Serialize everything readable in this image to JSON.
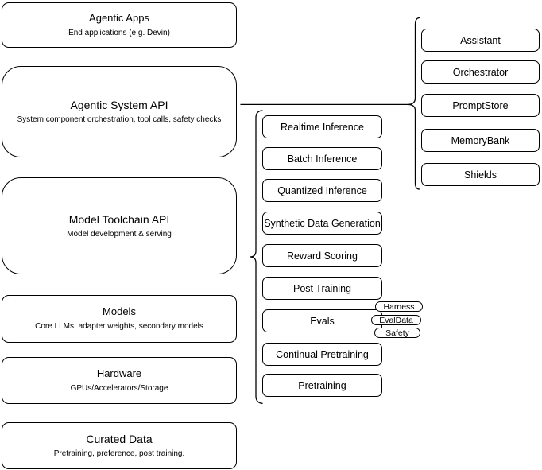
{
  "diagram": {
    "stack": [
      {
        "title": "Agentic Apps",
        "subtitle": "End applications (e.g. Devin)"
      },
      {
        "title": "Agentic System API",
        "subtitle": "System component orchestration, tool calls, safety checks"
      },
      {
        "title": "Model Toolchain API",
        "subtitle": "Model development & serving"
      },
      {
        "title": "Models",
        "subtitle": "Core LLMs, adapter weights, secondary models"
      },
      {
        "title": "Hardware",
        "subtitle": "GPUs/Accelerators/Storage"
      },
      {
        "title": "Curated Data",
        "subtitle": "Pretraining, preference, post training."
      }
    ],
    "toolchain_components": [
      "Realtime Inference",
      "Batch Inference",
      "Quantized Inference",
      "Synthetic Data Generation",
      "Reward Scoring",
      "Post Training",
      "Evals",
      "Continual Pretraining",
      "Pretraining"
    ],
    "evals_tags": [
      "Harness",
      "EvalData",
      "Safety"
    ],
    "system_components": [
      "Assistant",
      "Orchestrator",
      "PromptStore",
      "MemoryBank",
      "Shields"
    ],
    "colors": {
      "stroke": "#000000",
      "fill": "#ffffff",
      "text": "#000000"
    }
  }
}
